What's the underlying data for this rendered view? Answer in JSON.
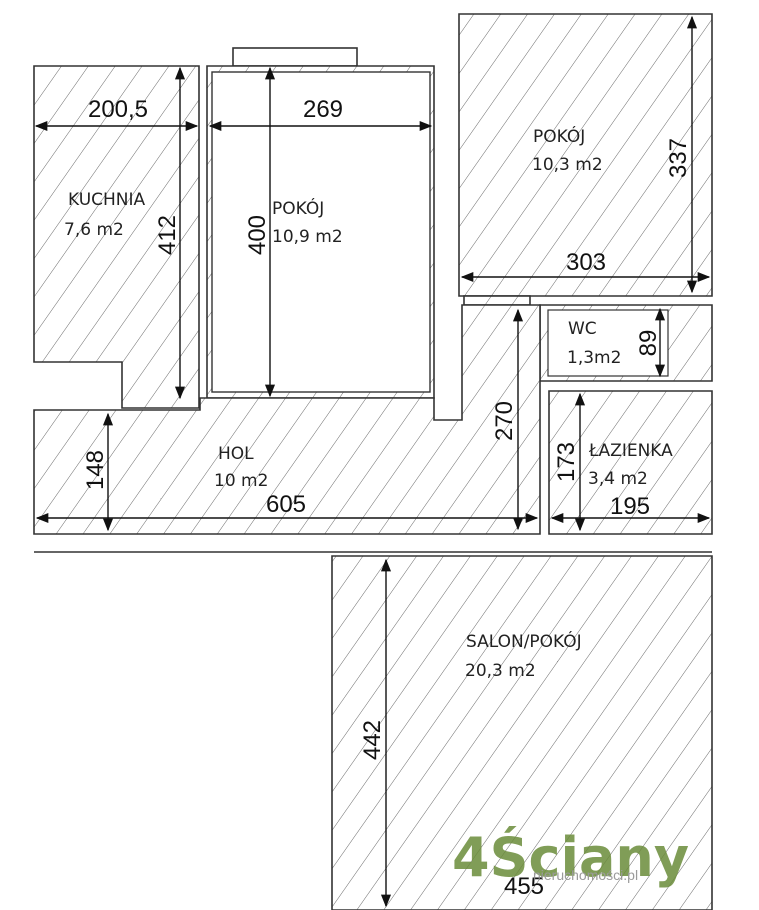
{
  "rooms": {
    "kitchen": {
      "name": "KUCHNIA",
      "area": "7,6 m2",
      "width": "200,5",
      "height": "412"
    },
    "room_mid": {
      "name": "POKÓJ",
      "area": "10,9 m2",
      "width": "269",
      "height": "400"
    },
    "room_top": {
      "name": "POKÓJ",
      "area": "10,3 m2",
      "width": "303",
      "height": "337"
    },
    "wc": {
      "name": "WC",
      "area": "1,3m2",
      "height": "89"
    },
    "bathroom": {
      "name": "ŁAZIENKA",
      "area": "3,4 m2",
      "width": "195",
      "height": "173"
    },
    "hall": {
      "name": "HOL",
      "area": "10 m2",
      "width": "605",
      "height": "148",
      "corridor_height": "270"
    },
    "living": {
      "name": "SALON/POKÓJ",
      "area": "20,3 m2",
      "width": "455",
      "height": "442"
    }
  },
  "watermark": {
    "brand": "4Ściany",
    "url": "nieruchomości.pl",
    "brand_color": "#6b8c3a"
  }
}
